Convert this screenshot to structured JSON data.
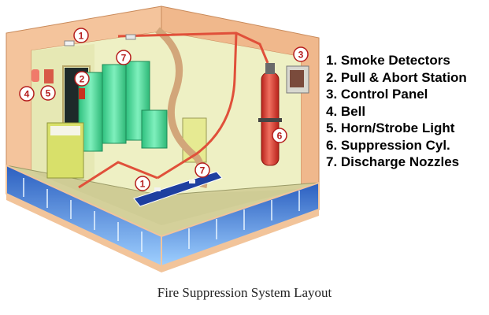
{
  "legend": [
    "1. Smoke Detectors",
    "2. Pull & Abort Station",
    "3. Control Panel",
    "4. Bell",
    "5. Horn/Strobe Light",
    "6. Suppression Cyl.",
    "7. Discharge Nozzles"
  ],
  "callouts": {
    "smoke_detector_ceiling": "1",
    "smoke_detector_underfloor": "1",
    "pull_station": "2",
    "control_panel": "3",
    "bell": "4",
    "horn_strobe": "5",
    "cylinder": "6",
    "nozzle_ceiling": "7",
    "nozzle_underfloor": "7"
  },
  "caption": "Fire Suppression System Layout",
  "colors": {
    "wall_outer": "#f3c49a",
    "wall_inner": "#eef0c0",
    "floor_top": "#d9d69e",
    "subfloor": "#7fb6f0",
    "pipe": "#e0503a",
    "cylinder": "#e03a2e",
    "cabinet": "#3fd08f",
    "callout": "#b51d1d"
  }
}
